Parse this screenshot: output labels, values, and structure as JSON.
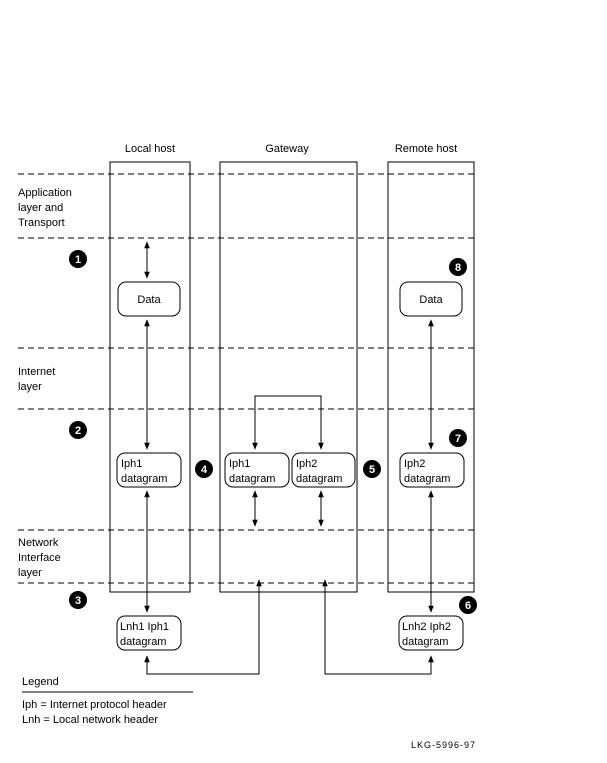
{
  "columns": {
    "local_host": "Local host",
    "gateway": "Gateway",
    "remote_host": "Remote host"
  },
  "layers": {
    "application": [
      "Application",
      "layer and",
      "Transport"
    ],
    "internet": [
      "Internet",
      "layer"
    ],
    "network": [
      "Network",
      "Interface",
      "layer"
    ]
  },
  "boxes": {
    "local_data": [
      "Data"
    ],
    "remote_data": [
      "Data"
    ],
    "local_iph1": [
      "Iph1",
      "datagram"
    ],
    "gw_iph1": [
      "Iph1",
      "datagram"
    ],
    "gw_iph2": [
      "Iph2",
      "datagram"
    ],
    "remote_iph2": [
      "Iph2",
      "datagram"
    ],
    "local_lnh": [
      "Lnh1 Iph1",
      "datagram"
    ],
    "remote_lnh": [
      "Lnh2 Iph2",
      "datagram"
    ]
  },
  "steps": [
    "1",
    "2",
    "3",
    "4",
    "5",
    "6",
    "7",
    "8"
  ],
  "legend": {
    "title": "Legend",
    "items": [
      "Iph = Internet protocol header",
      "Lnh = Local network header"
    ]
  },
  "figure_id": "LKG-5996-97"
}
